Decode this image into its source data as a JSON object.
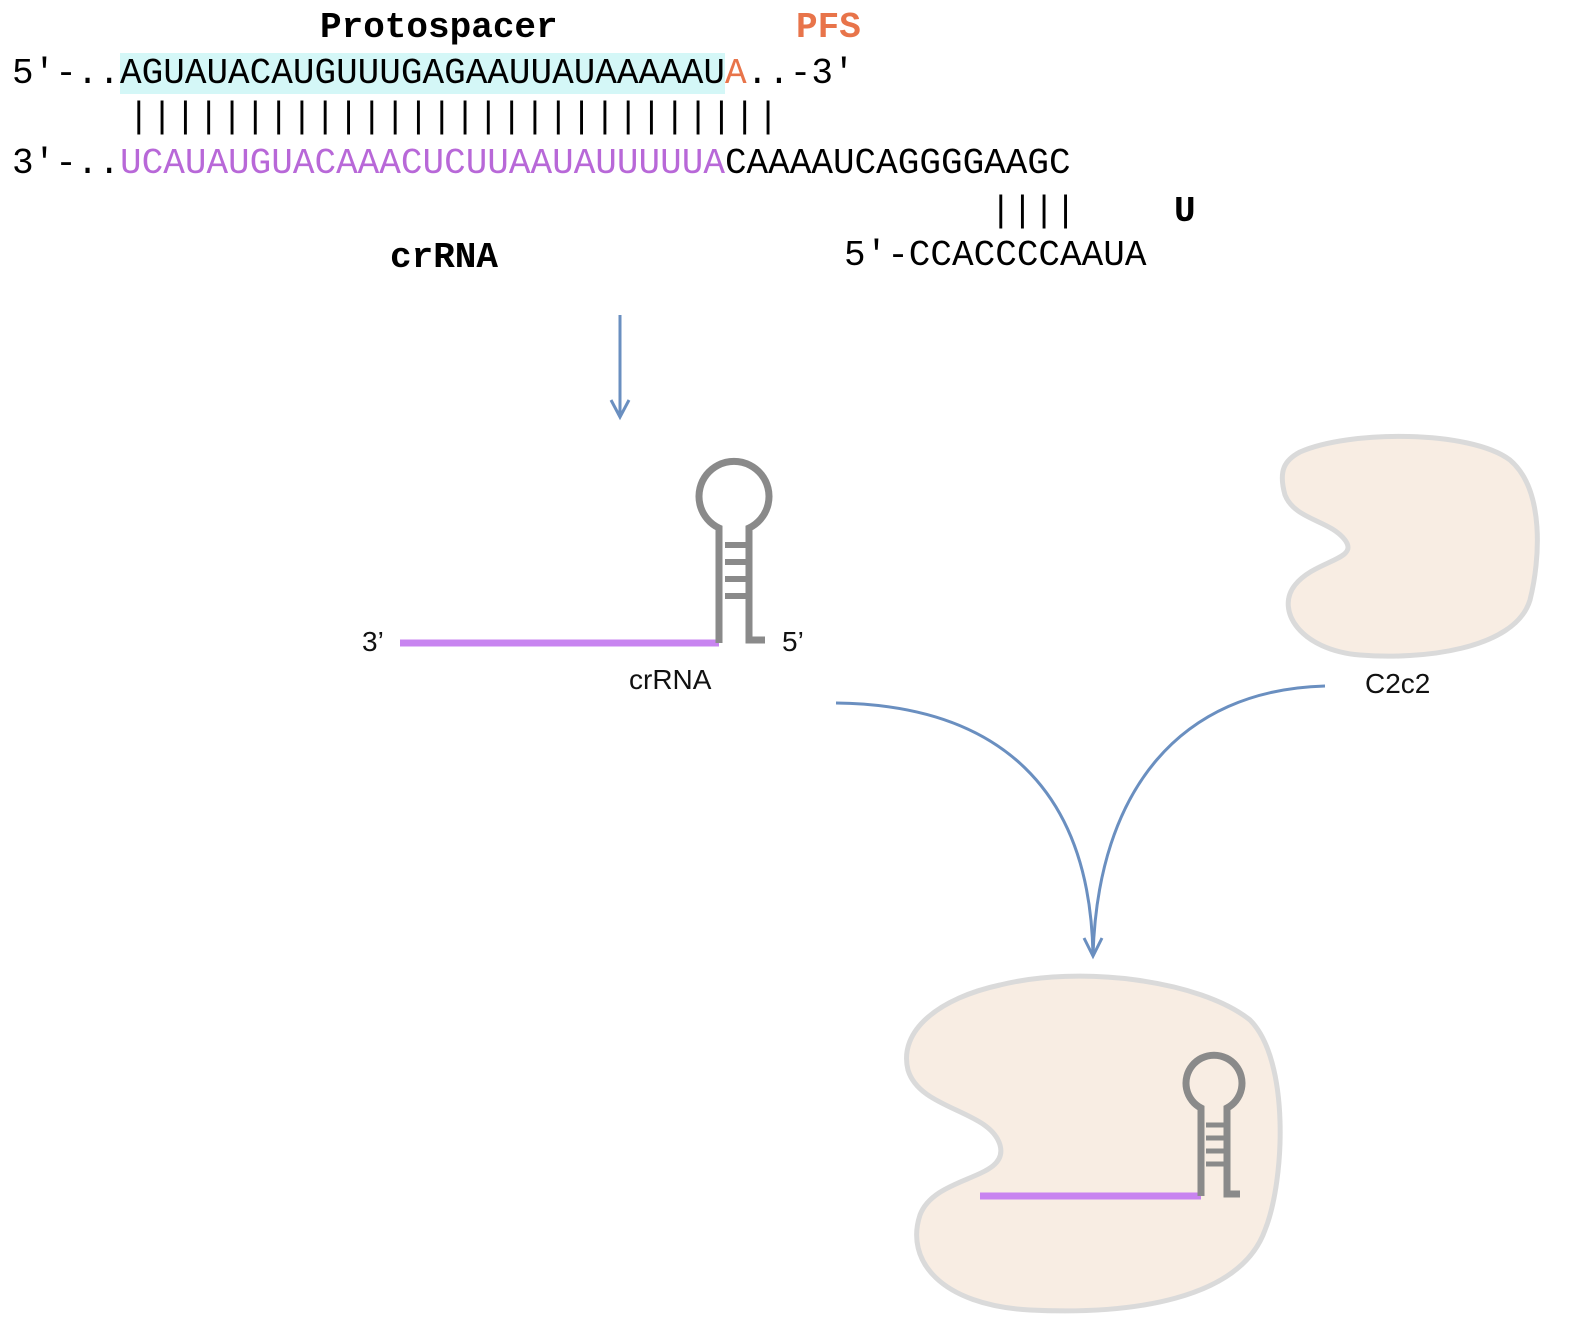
{
  "labels": {
    "protospacer": "Protospacer",
    "pfs": "PFS",
    "crrna_top": "crRNA",
    "crrna_diagram": "crRNA",
    "c2c2": "C2c2",
    "three_prime": "3’",
    "five_prime": "5’"
  },
  "sequences": {
    "top_prefix": "5'-..",
    "top_protospacer": "AGUAUACAUGUUUGAGAAUUAUAAAAAU",
    "top_pfs": "A",
    "top_suffix": "..-3'",
    "pair_lines": "||||||||||||||||||||||||||||",
    "bottom_prefix": "3'-..",
    "bottom_crrna": "UCAUAUGUACAAACUCUUAAUAUUUUUA",
    "bottom_repeat": "CAAAAUCAGGGGAAGC",
    "repeat_pairs": "||||",
    "loop_base": "U",
    "repeat_5prime": "5'-CCACCCCAAUA"
  },
  "colors": {
    "crrna": "#b868d8",
    "crrna_line": "#c884f0",
    "pfs": "#e8744a",
    "highlight": "#d4f7f7",
    "arrow": "#6a8fc0",
    "hairpin": "#8a8a8a",
    "protein_fill": "#f8ede3",
    "protein_stroke": "#dadada"
  }
}
